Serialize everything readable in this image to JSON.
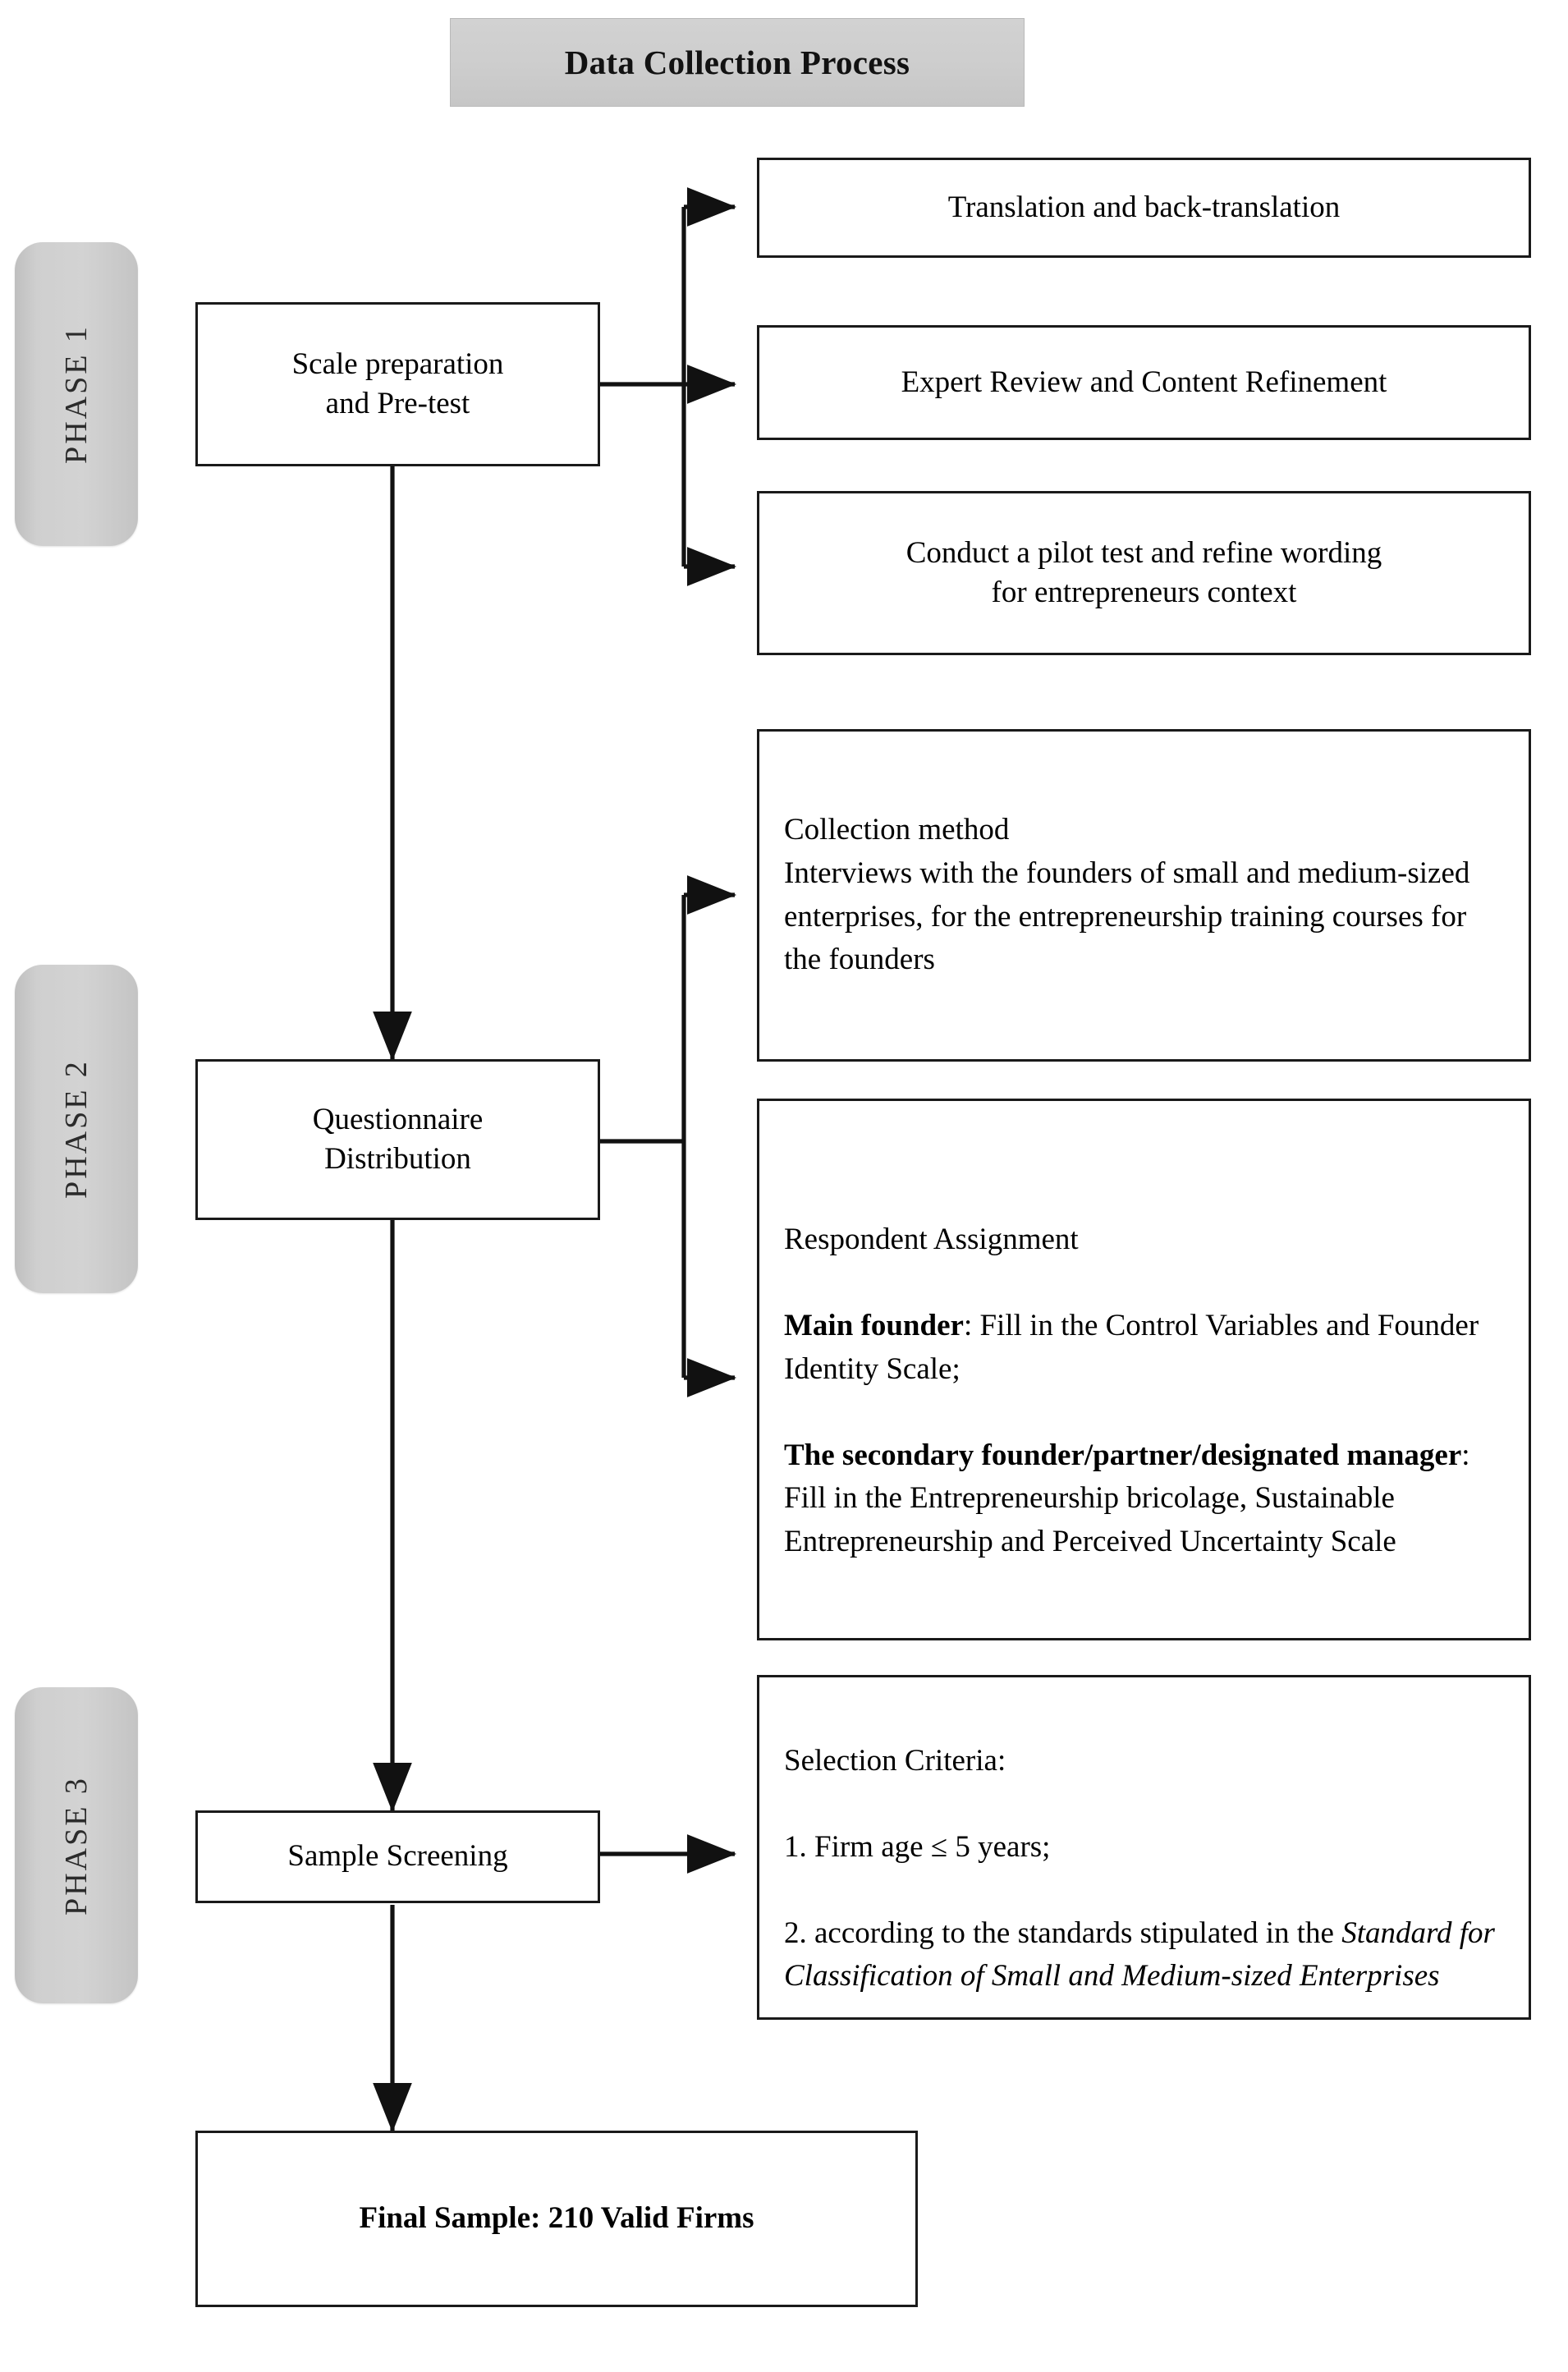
{
  "title": {
    "text": "Data Collection Process"
  },
  "phases": [
    {
      "label": "PHASE 1"
    },
    {
      "label": "PHASE 2"
    },
    {
      "label": "PHASE 3"
    }
  ],
  "nodes": {
    "scale_prep": "Scale preparation\nand Pre-test",
    "questionnaire": "Questionnaire\nDistribution",
    "sample_screening": "Sample Screening",
    "final_sample": "Final Sample: 210 Valid Firms",
    "translation": "Translation and back-translation",
    "expert_review": "Expert Review and Content Refinement",
    "pilot_test": "Conduct a pilot test and refine wording\nfor entrepreneurs context",
    "collection_method": "Collection method\nInterviews with the founders of small and medium-sized enterprises, for the entrepreneurship training courses for the founders",
    "respondent_assignment_line1": "Respondent Assignment",
    "respondent_assignment_bold1": "Main founder",
    "respondent_assignment_rest1": ": Fill in the Control Variables and Founder Identity Scale;",
    "respondent_assignment_bold2": "The secondary founder/partner/designated manager",
    "respondent_assignment_rest2": ": Fill in the Entrepreneurship bricolage, Sustainable Entrepreneurship and Perceived Uncertainty Scale",
    "selection_criteria_head": "Selection Criteria:",
    "selection_criteria_1": "1. Firm age  ≤  5 years;",
    "selection_criteria_2_pre": "2. according to the standards stipulated in the ",
    "selection_criteria_2_italic": "Standard for Classification of Small and Medium-sized Enterprises"
  },
  "colors": {
    "banner_fill": "#cfcfcf",
    "phase_tab_fill": "#cccccc",
    "box_border": "#1a1a1a",
    "box_fill": "#ffffff",
    "connector": "#111111",
    "text": "#000000"
  },
  "connectors": {
    "arrow_style": "solid-filled-triangle",
    "phase1_branches": 3,
    "phase2_branches": 2,
    "phase3_branches": 1
  }
}
